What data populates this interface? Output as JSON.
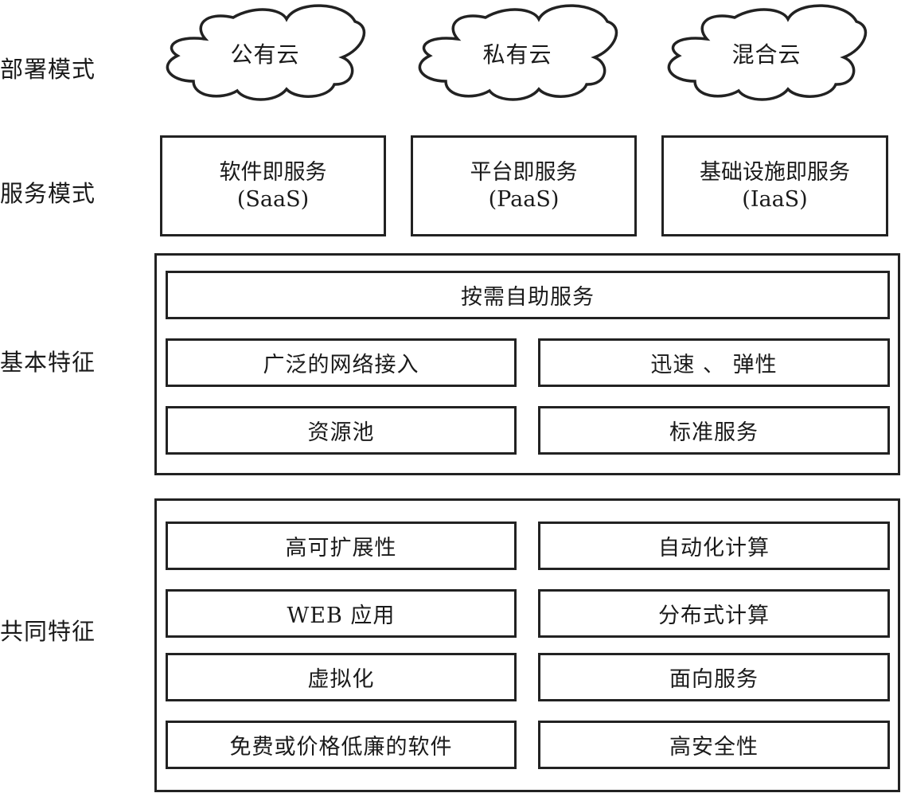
{
  "rows": {
    "deployment": {
      "label": "部署模式"
    },
    "service": {
      "label": "服务模式"
    },
    "basic": {
      "label": "基本特征"
    },
    "common": {
      "label": "共同特征"
    }
  },
  "deployment_models": [
    {
      "label": "公有云",
      "shape": "cloud-icon"
    },
    {
      "label": "私有云",
      "shape": "cloud-icon"
    },
    {
      "label": "混合云",
      "shape": "cloud-icon"
    }
  ],
  "service_models": [
    {
      "name": "软件即服务",
      "abbr": "(SaaS)"
    },
    {
      "name": "平台即服务",
      "abbr": "(PaaS)"
    },
    {
      "name": "基础设施即服务",
      "abbr": "(IaaS)"
    }
  ],
  "basic_characteristics": {
    "full_width": "按需自助服务",
    "items": [
      "广泛的网络接入",
      "迅速 、 弹性",
      "资源池",
      "标准服务"
    ]
  },
  "common_characteristics": {
    "items": [
      "高可扩展性",
      "自动化计算",
      "WEB 应用",
      "分布式计算",
      "虚拟化",
      "面向服务",
      "免费或价格低廉的软件",
      "高安全性"
    ]
  },
  "colors": {
    "line": "#222222",
    "background": "#ffffff",
    "text": "#1a1a1a"
  }
}
